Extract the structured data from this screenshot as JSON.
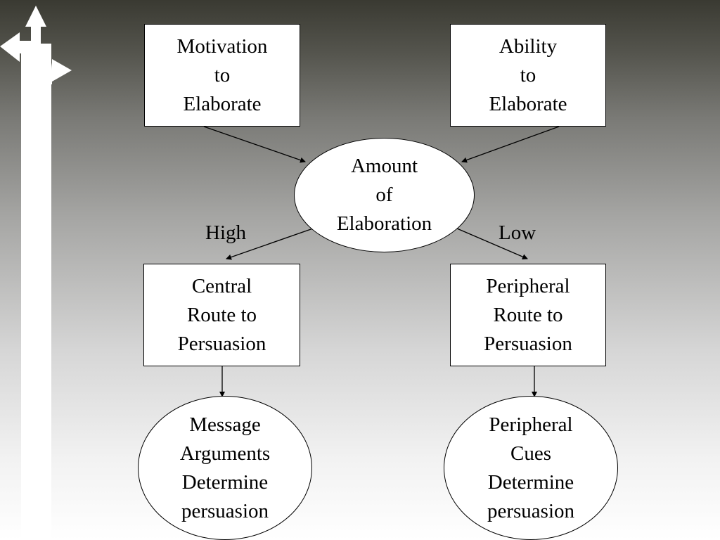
{
  "diagram": {
    "nodes": {
      "motivation": "Motivation\nto\nElaborate",
      "ability": "Ability\nto\nElaborate",
      "amount": "Amount\nof\nElaboration",
      "central": "Central\nRoute to\nPersuasion",
      "peripheral_route": "Peripheral\nRoute to\nPersuasion",
      "message": "Message\nArguments\nDetermine\npersuasion",
      "cues": "Peripheral\nCues\nDetermine\npersuasion"
    },
    "edge_labels": {
      "high": "High",
      "low": "Low"
    },
    "edges": [
      {
        "from": "motivation",
        "to": "amount"
      },
      {
        "from": "ability",
        "to": "amount"
      },
      {
        "from": "amount",
        "to": "central",
        "label": "High"
      },
      {
        "from": "amount",
        "to": "peripheral_route",
        "label": "Low"
      },
      {
        "from": "central",
        "to": "message"
      },
      {
        "from": "peripheral_route",
        "to": "cues"
      }
    ]
  },
  "decoration": {
    "icon": "crossroads-signpost-icon"
  }
}
